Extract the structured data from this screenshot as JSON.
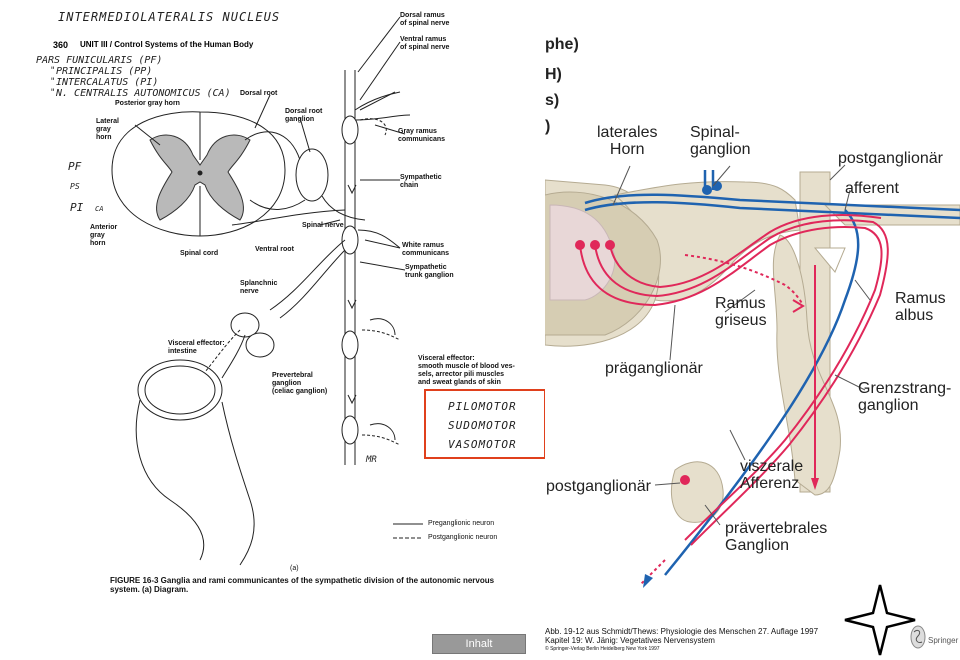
{
  "handwriting": {
    "top": "INTERMEDIOLATERALIS NUCLEUS",
    "nuclei": [
      "PARS FUNICULARIS (PF)",
      "PRINCIPALIS (PP)",
      "INTERCALATUS (PI)",
      "N. CENTRALIS AUTONOMICUS (CA)"
    ],
    "ditto": [
      "\"",
      "\"",
      "\""
    ],
    "cord_marks": [
      "PF",
      "PS",
      "PI",
      "CA"
    ],
    "box_lines": [
      "PILOMOTOR",
      "SUDOMOTOR",
      "VASOMOTOR"
    ],
    "initials": "MR"
  },
  "book": {
    "page_num": "360",
    "unit": "UNIT III / Control Systems of the Human Body",
    "figure_caption_1": "FIGURE 16-3  Ganglia and rami communicantes of the sympathetic division of the autonomic nervous",
    "figure_caption_2": "system. (a) Diagram.",
    "panel_letter": "(a)"
  },
  "left_labels": {
    "posterior_horn": "Posterior gray horn",
    "lateral_horn": [
      "Lateral",
      "gray",
      "horn"
    ],
    "anterior_horn": [
      "Anterior",
      "gray",
      "horn"
    ],
    "spinal_cord": "Spinal cord",
    "dorsal_root": [
      "Dorsal root"
    ],
    "dorsal_root_ganglion": [
      "Dorsal root",
      "ganglion"
    ],
    "dorsal_ramus": [
      "Dorsal ramus",
      "of spinal nerve"
    ],
    "ventral_ramus": [
      "Ventral ramus",
      "of spinal nerve"
    ],
    "gray_ramus": [
      "Gray ramus",
      "communicans"
    ],
    "sympathetic_chain": [
      "Sympathetic",
      "chain"
    ],
    "spinal_nerve": "Spinal nerve",
    "ventral_root": "Ventral root",
    "white_ramus": [
      "White ramus",
      "communicans"
    ],
    "trunk_ganglion": [
      "Sympathetic",
      "trunk ganglion"
    ],
    "splanchnic": [
      "Splanchnic",
      "nerve"
    ],
    "visceral_intestine": [
      "Visceral effector:",
      "intestine"
    ],
    "prevertebral": [
      "Prevertebral",
      "ganglion",
      "(celiac ganglion)"
    ],
    "visceral_smooth": [
      "Visceral effector:",
      "smooth muscle of blood ves-",
      "sels, arrector pili muscles",
      "and sweat glands of skin"
    ],
    "legend": [
      "Preganglionic neuron",
      "Postganglionic neuron"
    ]
  },
  "right_labels": {
    "cut_top": [
      "phe)",
      "H)",
      "s)",
      ")"
    ],
    "laterales_horn": [
      "laterales",
      "Horn"
    ],
    "spinalganglion": [
      "Spinal-",
      "ganglion"
    ],
    "postganglionaer_top": "postganglionär",
    "afferent": "afferent",
    "ramus_griseus": [
      "Ramus",
      "griseus"
    ],
    "ramus_albus": [
      "Ramus",
      "albus"
    ],
    "praeganglionaer": "präganglionär",
    "grenzstrang": [
      "Grenzstrang-",
      "ganglion"
    ],
    "viszerale": [
      "viszerale",
      "Afferenz"
    ],
    "postganglionaer_bottom": "postganglionär",
    "praevertebrales": [
      "prävertebrales",
      "Ganglion"
    ],
    "credit": [
      "Abb. 19-12 aus Schmidt/Thews: Physiologie des Menschen 27. Auflage 1997",
      "Kapitel 19: W. Jänig: Vegetatives Nervensystem",
      "© Springer-Verlag Berlin Heidelberg New York 1997"
    ],
    "springer": "Springer"
  },
  "nav": {
    "inhalt": "Inhalt"
  },
  "colors": {
    "red": "#e0285a",
    "blue": "#1f63b0",
    "tissue": "#e6dfcc",
    "box": "#e0401c"
  }
}
